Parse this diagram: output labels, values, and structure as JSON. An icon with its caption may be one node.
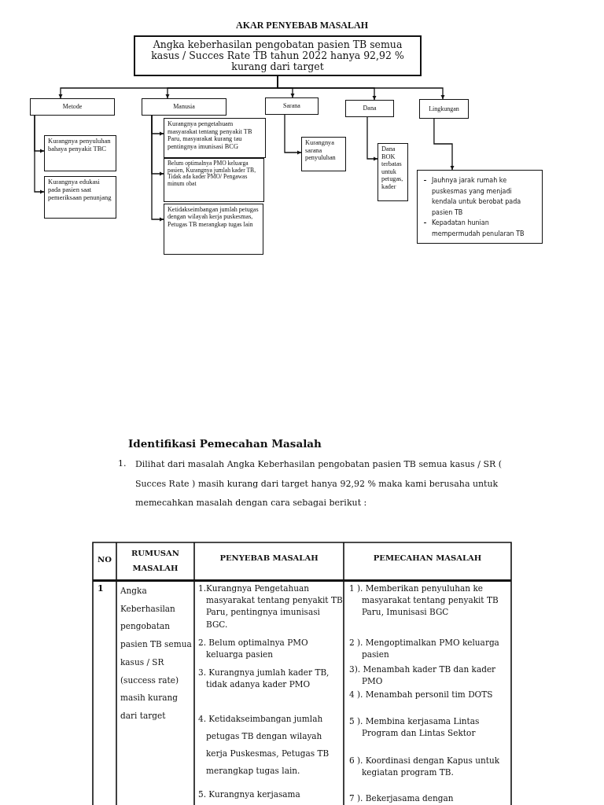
{
  "diagram": {
    "title": "AKAR PENYEBAB MASALAH",
    "nodes": [
      {
        "text": [
          "Angka keberhasilan pengobatan pasien TB semua kasus / Succes Rate TB tahun 2022 hanya 92,92 % kurang dari target"
        ]
      },
      {
        "text": [
          "Metode"
        ]
      },
      {
        "text": [
          "Manusia"
        ]
      },
      {
        "text": [
          "Sarana"
        ]
      },
      {
        "text": [
          "Dana"
        ]
      },
      {
        "text": [
          "Lingkungan"
        ]
      },
      {
        "text": [
          "Kurangnya penyuluhan bahaya penyakit TBC"
        ]
      },
      {
        "text": [
          "Kurangnya edukasi pada pasien saat pemeriksaan penunjang"
        ]
      },
      {
        "text": [
          "Kurangnya pengetahuam masyarakat tentang penyakit TB Paru, masyarakat kurang tau pentingnya imunisasi BCG"
        ]
      },
      {
        "text": [
          "Belum optimalnya PMO keluarga pasien, Kurangnya jumlah kader TB, Tidak ada kader PMO/ Pengawas minum obat"
        ]
      },
      {
        "text": [
          "Ketidakseimbangan jumlah petugas dengan wilayah kerja puskesmas, Petugas TB merangkap tugas lain"
        ]
      },
      {
        "text": [
          "Kurangnya sarana penyuluhan"
        ]
      },
      {
        "text": [
          "Dana BOK terbatas untuk petugas, kader"
        ]
      },
      {
        "text": [
          "Jauhnya jarak rumah ke puskesmas yang menjadi kendala untuk berobat pada pasien TB",
          "Kepadatan hunian mempermudah penularan TB"
        ]
      }
    ],
    "edges": [
      {
        "from": 0,
        "to": 1,
        "arrow": "to"
      },
      {
        "from": 0,
        "to": 2,
        "arrow": "to"
      },
      {
        "from": 0,
        "to": 3,
        "arrow": "to"
      },
      {
        "from": 0,
        "to": 4,
        "arrow": "to"
      },
      {
        "from": 0,
        "to": 5,
        "arrow": "to"
      },
      {
        "from": 1,
        "to": 6,
        "arrow": "to"
      },
      {
        "from": 1,
        "to": 7,
        "arrow": "to"
      },
      {
        "from": 2,
        "to": 8,
        "arrow": "to"
      },
      {
        "from": 2,
        "to": 9,
        "arrow": "to"
      },
      {
        "from": 2,
        "to": 10,
        "arrow": "to"
      },
      {
        "from": 3,
        "to": 11,
        "arrow": "to"
      },
      {
        "from": 4,
        "to": 12,
        "arrow": "to"
      },
      {
        "from": 5,
        "to": 13,
        "arrow": "to"
      }
    ],
    "labels": [
      "Identifikasi Pemecahan Masalah",
      "1.",
      "Dilihat dari masalah Angka Keberhasilan pengobatan pasien TB semua kasus / SR ( Succes Rate ) masih kurang dari target hanya 92,92 % maka kami berusaha untuk memecahkan masalah dengan cara sebagai berikut :",
      "NO",
      "RUMUSAN MASALAH",
      "PENYEBAB MASALAH",
      "PEMECAHAN MASALAH",
      "1",
      "Angka Keberhasilan pengobatan pasien TB semua kasus / SR (success rate) masih kurang dari target",
      "1.Kurangnya Pengetahuan masyarakat tentang penyakit TB Paru, pentingnya imunisasi BGC.",
      "2. Belum optimalnya PMO keluarga pasien",
      "3. Kurangnya jumlah kader TB, tidak adanya kader PMO",
      "4. Ketidakseimbangan jumlah petugas TB dengan wilayah kerja Puskesmas, Petugas TB merangkap tugas lain.",
      "5. Kurangnya kerjasama",
      "1 ). Memberikan penyuluhan ke masyarakat tentang penyakit TB Paru, Imunisasi BGC",
      "2 ). Mengoptimalkan PMO keluarga pasien",
      "3). Menambah kader TB dan kader PMO",
      "4 ). Menambah personil tim DOTS",
      "5 ). Membina kerjasama Lintas Program dan Lintas Sektor",
      "6 ). Koordinasi dengan Kapus untuk kegiatan program TB.",
      "7 ). Bekerjasama dengan"
    ]
  }
}
